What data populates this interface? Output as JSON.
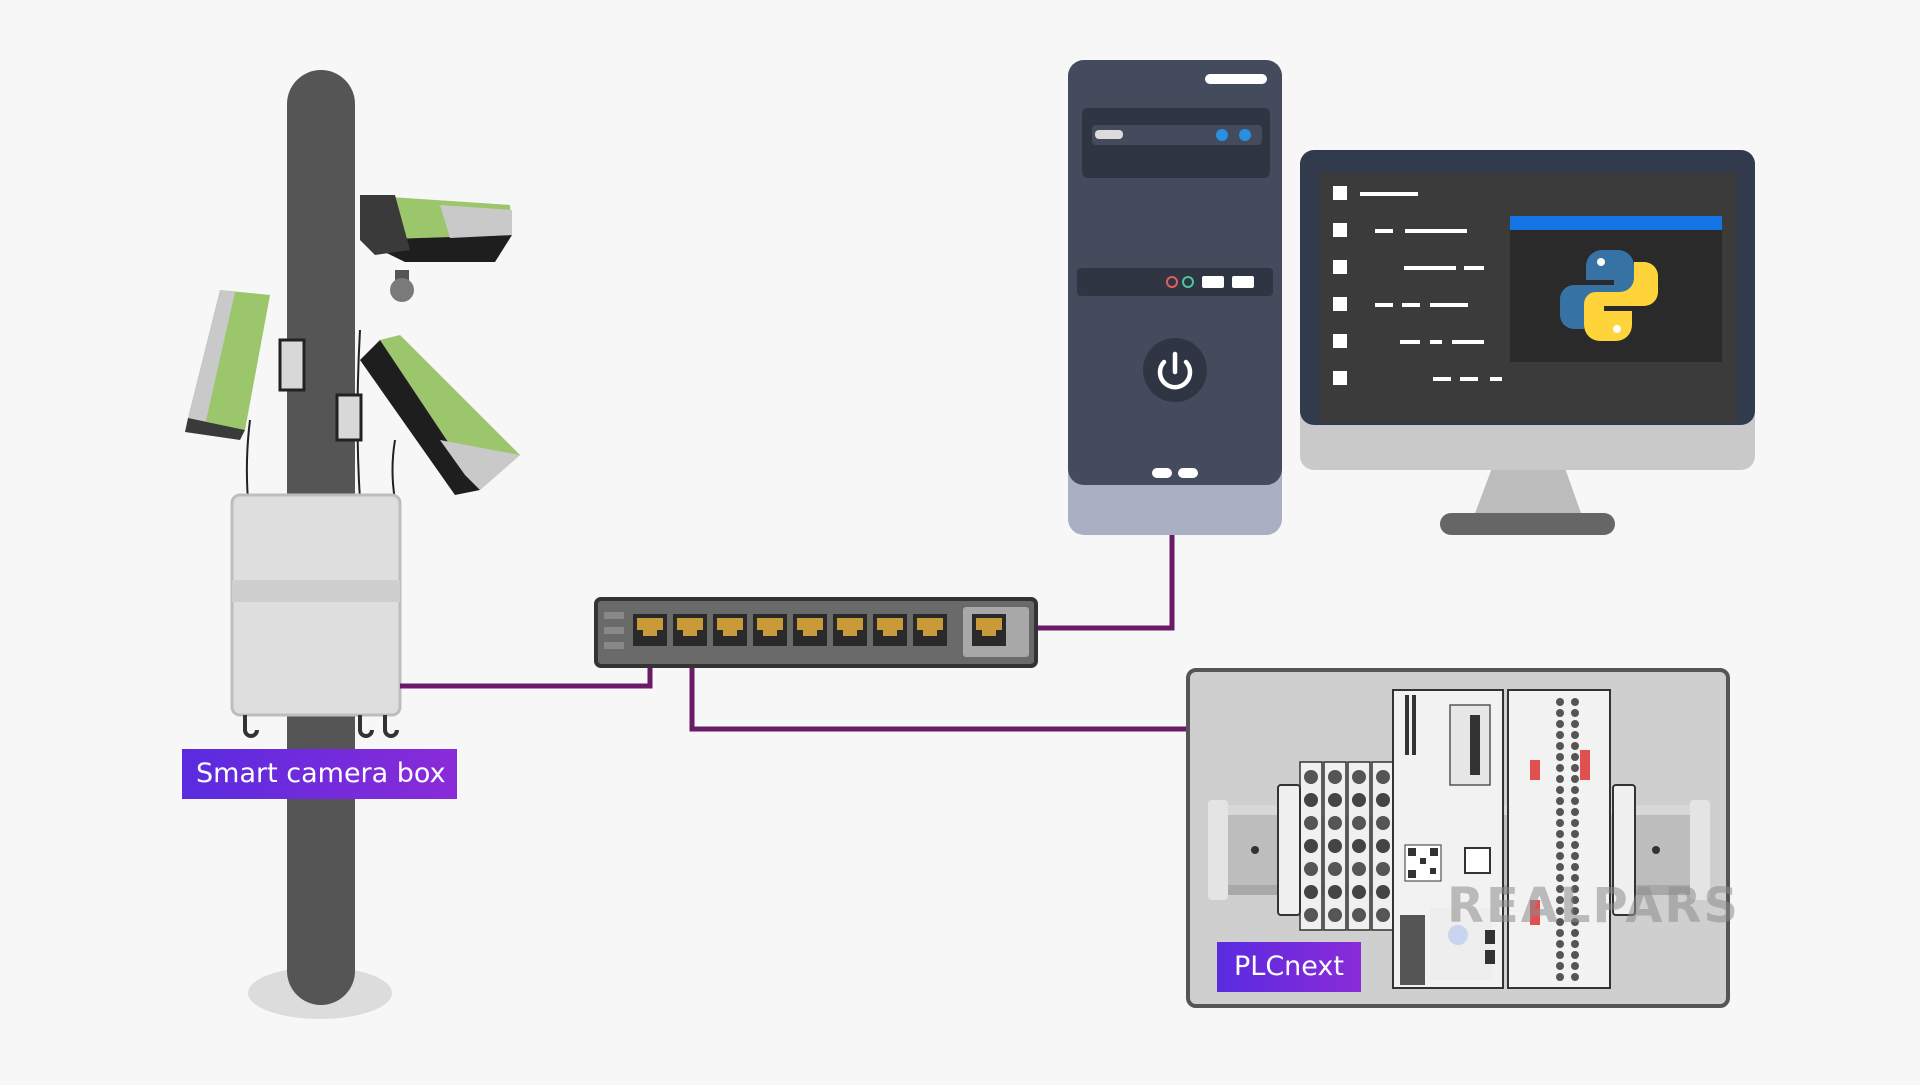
{
  "labels": {
    "smart_camera_box": "Smart camera box",
    "plcnext": "PLCnext"
  },
  "watermark": "REALPARS",
  "colors": {
    "background": "#f7f7f7",
    "cable": "#6a1b68",
    "label_gradient_start": "#5a2be0",
    "label_gradient_end": "#8a2bd8",
    "pole": "#555555",
    "camera_accent": "#9bc66b",
    "pc_body": "#434b5c",
    "monitor_highlight": "#1573e6"
  },
  "icons": {
    "pc_power": "power-icon",
    "monitor_app": "python-logo",
    "camera_box": "enclosure-box",
    "network": "ethernet-switch"
  },
  "switch": {
    "port_count": 9
  },
  "monitor": {
    "code_rows": 6
  }
}
